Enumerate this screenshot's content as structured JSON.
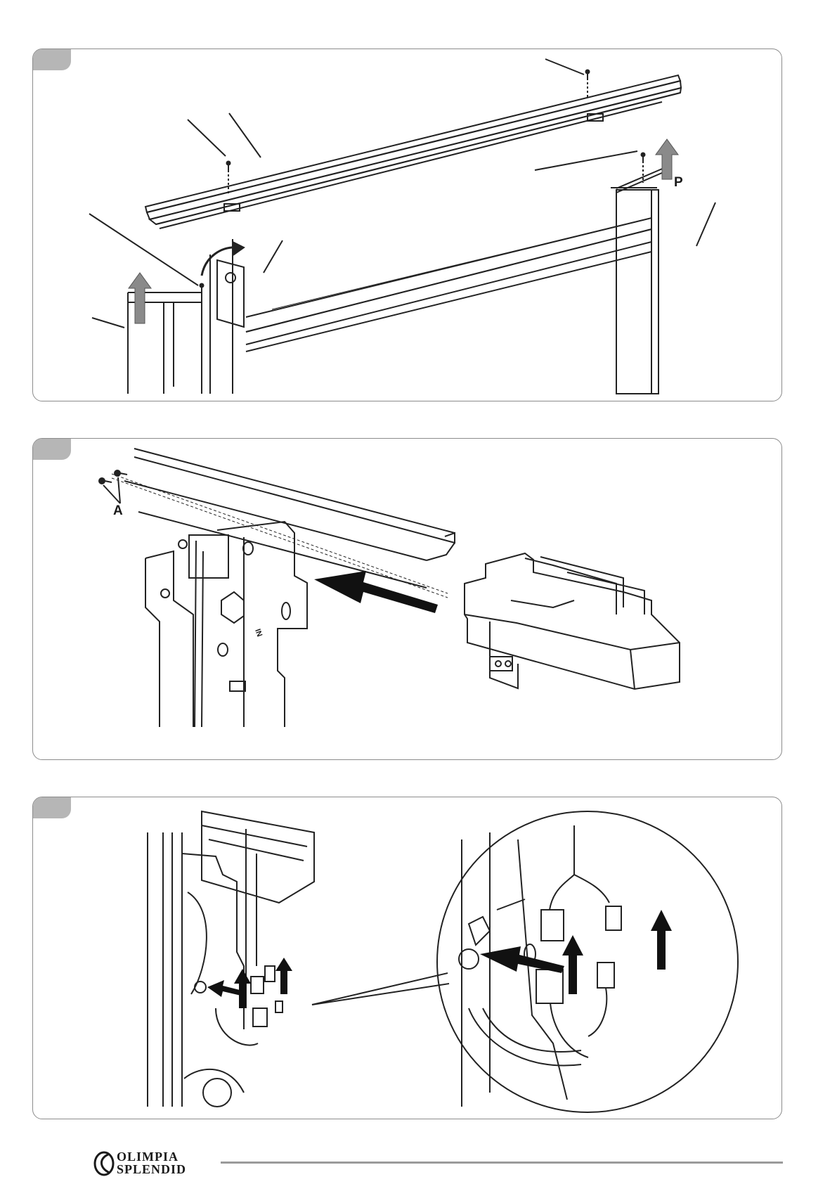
{
  "panels": [
    {
      "id": "step-1",
      "callouts": [
        {
          "text": "P"
        }
      ]
    },
    {
      "id": "step-2",
      "callouts": [
        {
          "text": "A"
        }
      ],
      "connector_text": [
        "IN"
      ]
    },
    {
      "id": "step-3",
      "callouts": []
    }
  ],
  "footer": {
    "brand_line1": "OLIMPIA",
    "brand_line2": "SPLENDID"
  }
}
